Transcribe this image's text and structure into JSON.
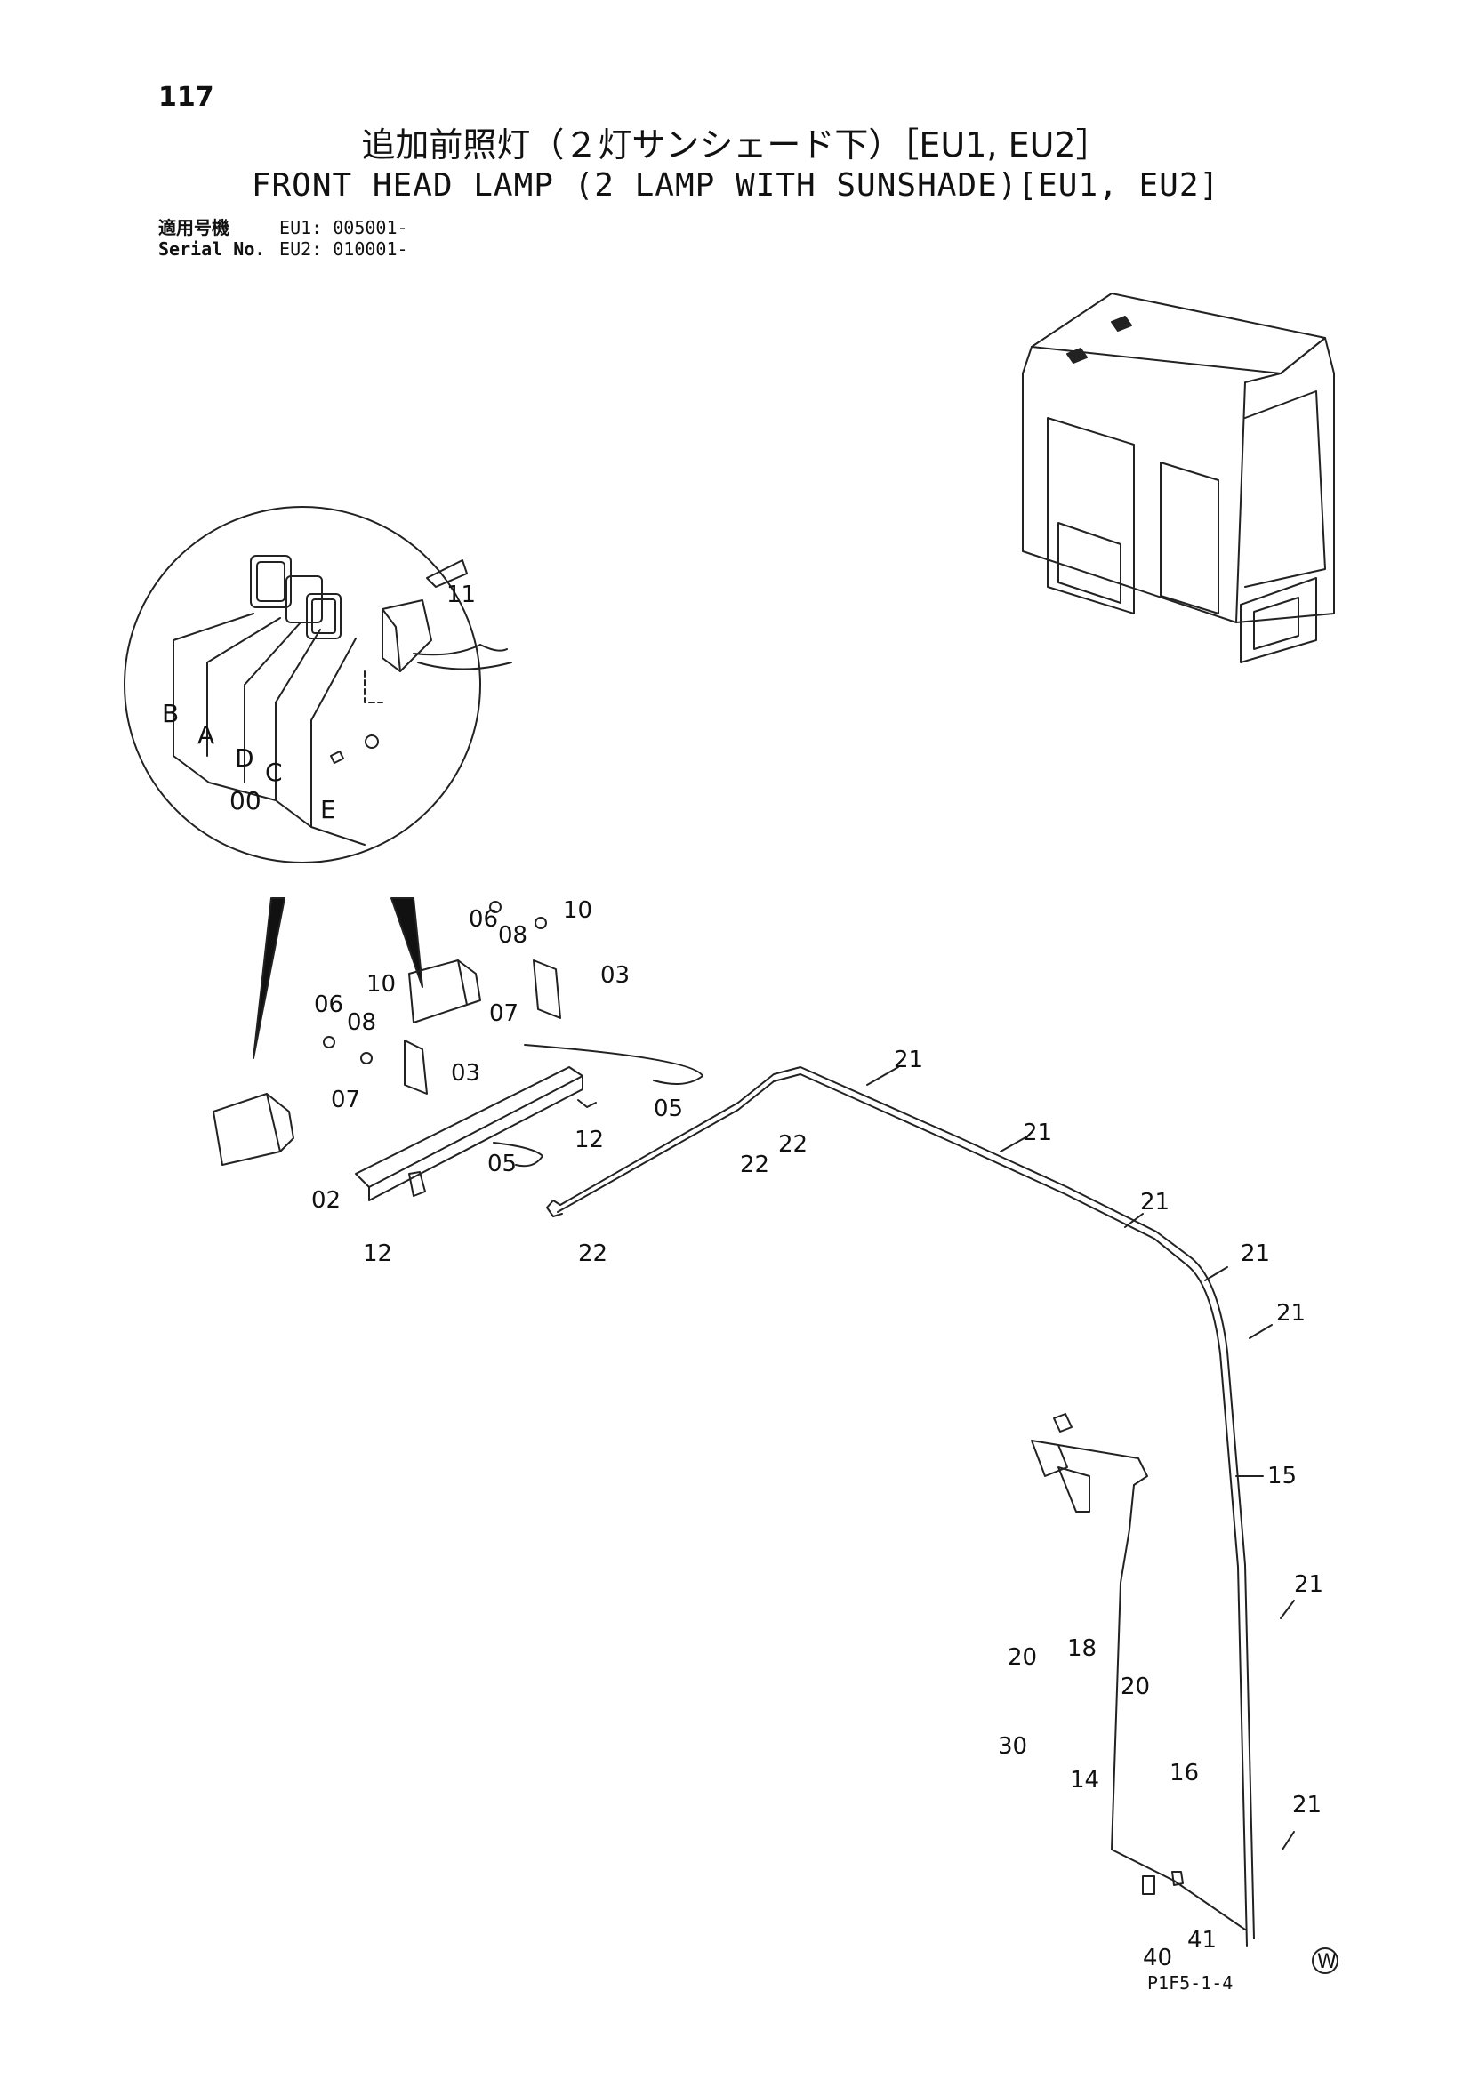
{
  "header": {
    "page_number": "117",
    "title_jp": "追加前照灯（２灯サンシェード下）［EU1, EU2］",
    "title_en": "FRONT HEAD LAMP (2 LAMP WITH SUNSHADE)[EU1, EU2]",
    "serial": [
      {
        "label": "適用号機",
        "value": "EU1: 005001-"
      },
      {
        "label": "Serial No.",
        "value": "EU2: 010001-"
      }
    ]
  },
  "detail_callouts": [
    "B",
    "A",
    "D",
    "C",
    "00",
    "E",
    "11"
  ],
  "part_callouts": {
    "p02": "02",
    "p03": "03",
    "p05": "05",
    "p06": "06",
    "p07": "07",
    "p08": "08",
    "p10": "10",
    "p11": "11",
    "p12": "12",
    "p14": "14",
    "p15": "15",
    "p16": "16",
    "p18": "18",
    "p20": "20",
    "p21": "21",
    "p22": "22",
    "p30": "30",
    "p40": "40",
    "p41": "41"
  },
  "footer": {
    "mark": "W",
    "page_code": "P1F5-1-4"
  }
}
